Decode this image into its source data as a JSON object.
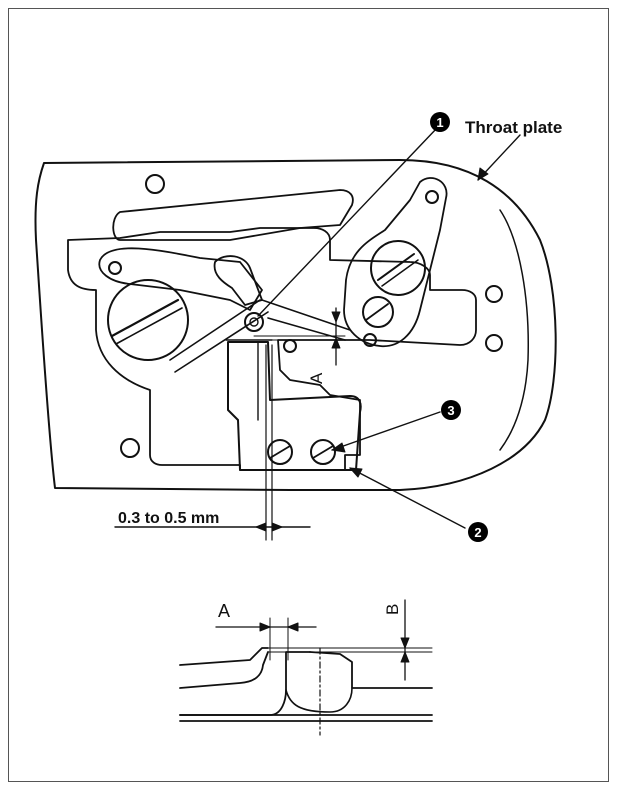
{
  "labels": {
    "throat_plate": "Throat plate",
    "clearance": "0.3 to 0.5 mm",
    "dim_a_top": "A",
    "dim_a_bottom": "A",
    "dim_b": "B"
  },
  "callouts": [
    {
      "id": "1",
      "glyph": "1"
    },
    {
      "id": "2",
      "glyph": "2"
    },
    {
      "id": "3",
      "glyph": "3"
    }
  ],
  "colors": {
    "line": "#111111",
    "badge": "#000000",
    "frame": "#555555"
  }
}
